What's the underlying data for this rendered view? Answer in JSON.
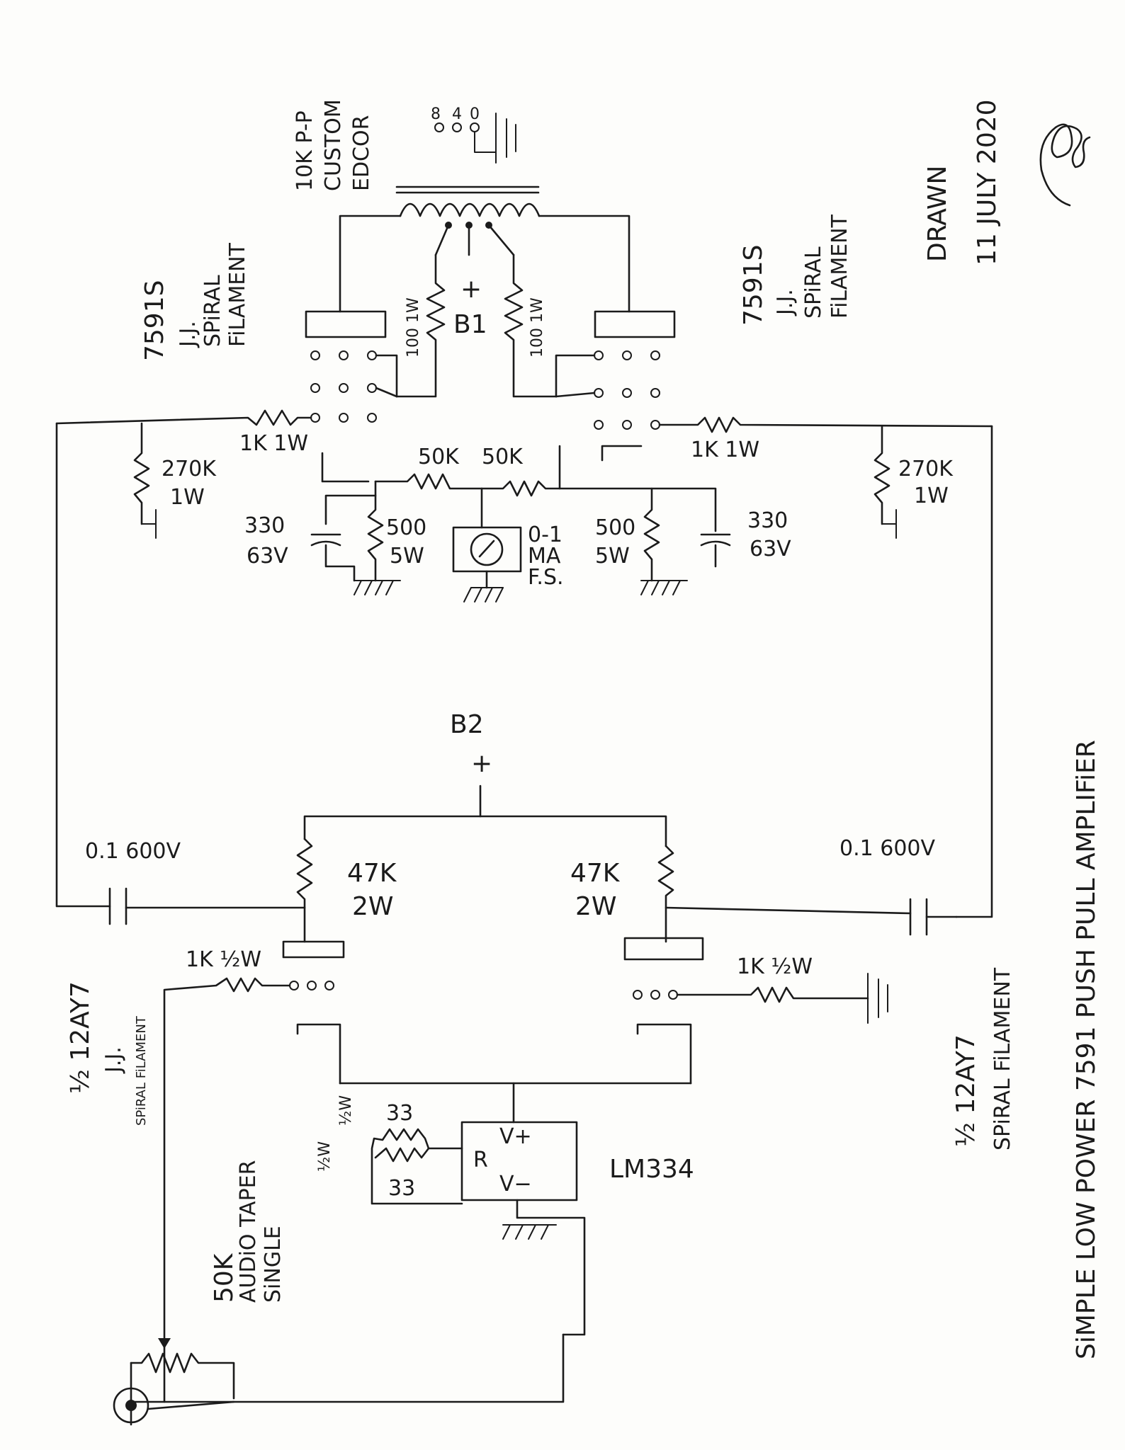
{
  "title": "SiMPLE LOW POWER 7591 PUSH PULL AMPLIFiER",
  "drawn": {
    "label": "DRAWN",
    "date": "11 JULY 2020"
  },
  "transformer": {
    "line1": "EDCOR",
    "line2": "CUSTOM",
    "line3": "10K P-P",
    "taps": [
      "8",
      "4",
      "0"
    ]
  },
  "output_tubes": {
    "type": "7591S",
    "maker": "J.J.",
    "note1": "SPiRAL",
    "note2": "FiLAMENT"
  },
  "driver_tubes": {
    "type": "½ 12AY7",
    "maker": "J.J.",
    "note": "SPiRAL FiLAMENT"
  },
  "supplies": {
    "b1": "B1",
    "b2": "B2",
    "plus": "+"
  },
  "components": {
    "plate_res": "100 1W",
    "grid_stop": "1K 1W",
    "grid_leak_val": "270K",
    "grid_leak_pow": "1W",
    "balance_a": "50K",
    "balance_b": "50K",
    "cath_cap_val": "330",
    "cath_cap_volt": "63V",
    "cath_res_val": "500",
    "cath_res_pow": "5W",
    "meter_1": "0-1",
    "meter_2": "MA",
    "meter_3": "F.S.",
    "coupling_cap": "0.1 600V",
    "driver_load_val": "47K",
    "driver_load_pow": "2W",
    "driver_grid": "1K ½W",
    "ccs_res": "33",
    "ccs_res_pow": "½W",
    "ccs_ic": "LM334",
    "ccs_vplus": "V+",
    "ccs_vminus": "V−",
    "ccs_r": "R",
    "volume_1": "50K",
    "volume_2": "AUDiO TAPER",
    "volume_3": "SiNGLE"
  }
}
